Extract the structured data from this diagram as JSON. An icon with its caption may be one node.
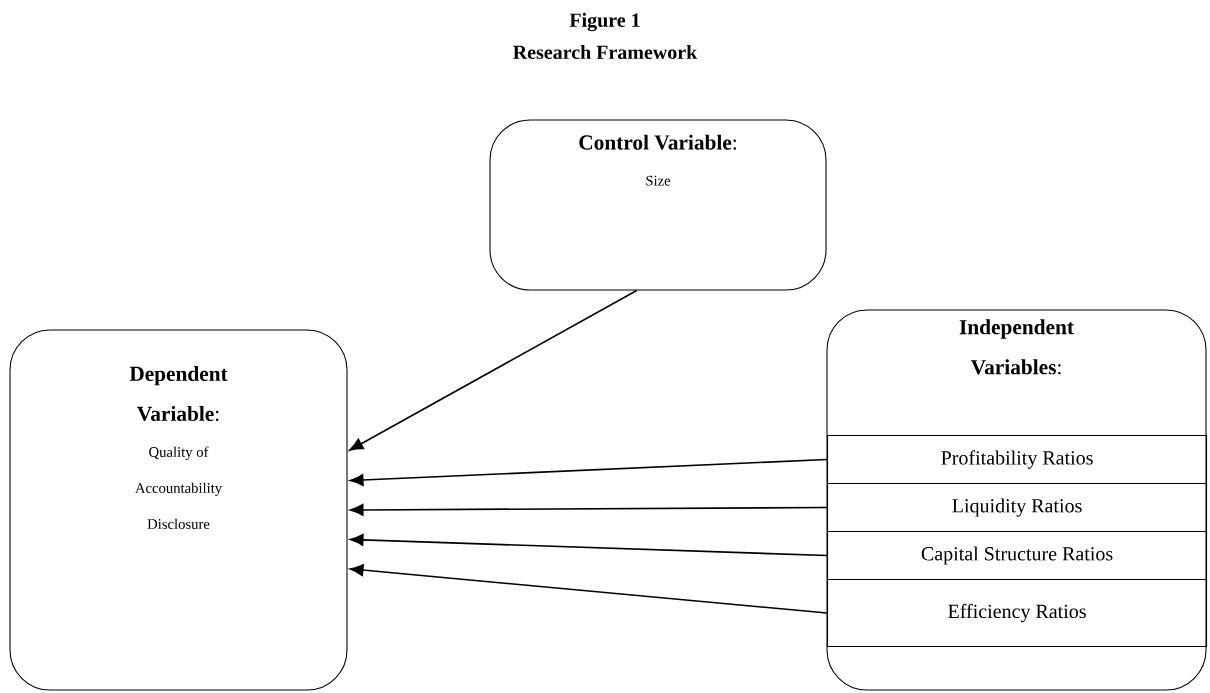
{
  "diagram": {
    "title": "Research Framework",
    "nodes": [
      {
        "text": [
          "**Control Variable**:",
          "Size"
        ]
      },
      {
        "text": [
          "**Dependent Variable**:",
          "Quality of Accountability Disclosure"
        ]
      },
      {
        "text": [
          "**Independent Variables**:"
        ]
      },
      {
        "text": [
          "Profitability Ratios"
        ],
        "in": 2
      },
      {
        "text": [
          "Liquidity Ratios"
        ],
        "in": 2
      },
      {
        "text": [
          "Capital Structure Ratios"
        ],
        "in": 2
      },
      {
        "text": [
          "Efficiency Ratios"
        ],
        "in": 2
      }
    ],
    "edges": [
      {
        "from": 0,
        "to": 1,
        "arrow": "to"
      },
      {
        "from": 3,
        "to": 1,
        "arrow": "to"
      },
      {
        "from": 4,
        "to": 1,
        "arrow": "to"
      },
      {
        "from": 5,
        "to": 1,
        "arrow": "to"
      },
      {
        "from": 6,
        "to": 1,
        "arrow": "to"
      }
    ],
    "labels": [
      "Figure 1"
    ]
  }
}
